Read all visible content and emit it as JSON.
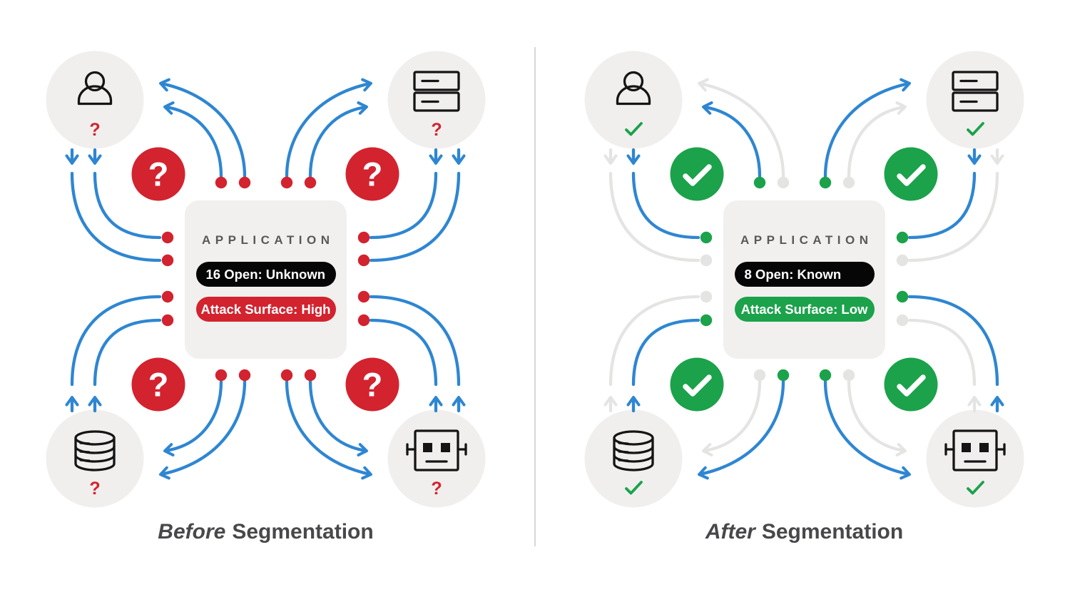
{
  "colors": {
    "active_arrow": "#2e86d2",
    "inactive_arrow": "#e4e4e3",
    "closed_dot": "#e4e4e3",
    "node_bg": "#f0efed",
    "app_bg": "#f1f0ee",
    "ports_pill_bg": "#060606",
    "pill_text": "#ffffff",
    "title_text": "#58585a",
    "caption_text": "#48484a",
    "icon_stroke": "#151515",
    "divider": "#d8d8d8",
    "alert_red": "#d2232f",
    "ok_green": "#1ba24b"
  },
  "glyphs": {
    "question": "?"
  },
  "panels": [
    {
      "id": "before",
      "caption": {
        "italic": "Before",
        "rest": "Segmentation"
      },
      "app": {
        "title": "APPLICATION",
        "ports": "16 Open: Unknown",
        "surface": "Attack Surface: High",
        "surface_color": "#d2232f"
      },
      "status": "question",
      "status_color": "#d2232f",
      "dot_color": "#d2232f",
      "nodes": [
        {
          "position": "top-left",
          "icon": "user"
        },
        {
          "position": "top-right",
          "icon": "server"
        },
        {
          "position": "bottom-left",
          "icon": "database"
        },
        {
          "position": "bottom-right",
          "icon": "robot"
        }
      ],
      "connections": {
        "tl": {
          "out_outer": true,
          "out_inner": true,
          "in_outer": true,
          "in_inner": true
        },
        "tr": {
          "out_outer": true,
          "out_inner": true,
          "in_outer": true,
          "in_inner": true
        },
        "bl": {
          "out_outer": true,
          "out_inner": true,
          "in_outer": true,
          "in_inner": true
        },
        "br": {
          "out_outer": true,
          "out_inner": true,
          "in_outer": true,
          "in_inner": true
        }
      }
    },
    {
      "id": "after",
      "caption": {
        "italic": "After",
        "rest": "Segmentation"
      },
      "app": {
        "title": "APPLICATION",
        "ports": "8 Open: Known",
        "surface": "Attack Surface: Low",
        "surface_color": "#1ba24b"
      },
      "status": "check",
      "status_color": "#1ba24b",
      "dot_color": "#1ba24b",
      "nodes": [
        {
          "position": "top-left",
          "icon": "user"
        },
        {
          "position": "top-right",
          "icon": "server"
        },
        {
          "position": "bottom-left",
          "icon": "database"
        },
        {
          "position": "bottom-right",
          "icon": "robot"
        }
      ],
      "connections": {
        "tl": {
          "out_outer": false,
          "out_inner": true,
          "in_outer": false,
          "in_inner": true
        },
        "tr": {
          "out_outer": true,
          "out_inner": false,
          "in_outer": false,
          "in_inner": true
        },
        "bl": {
          "out_outer": true,
          "out_inner": false,
          "in_outer": false,
          "in_inner": true
        },
        "br": {
          "out_outer": true,
          "out_inner": false,
          "in_outer": true,
          "in_inner": false
        }
      }
    }
  ]
}
